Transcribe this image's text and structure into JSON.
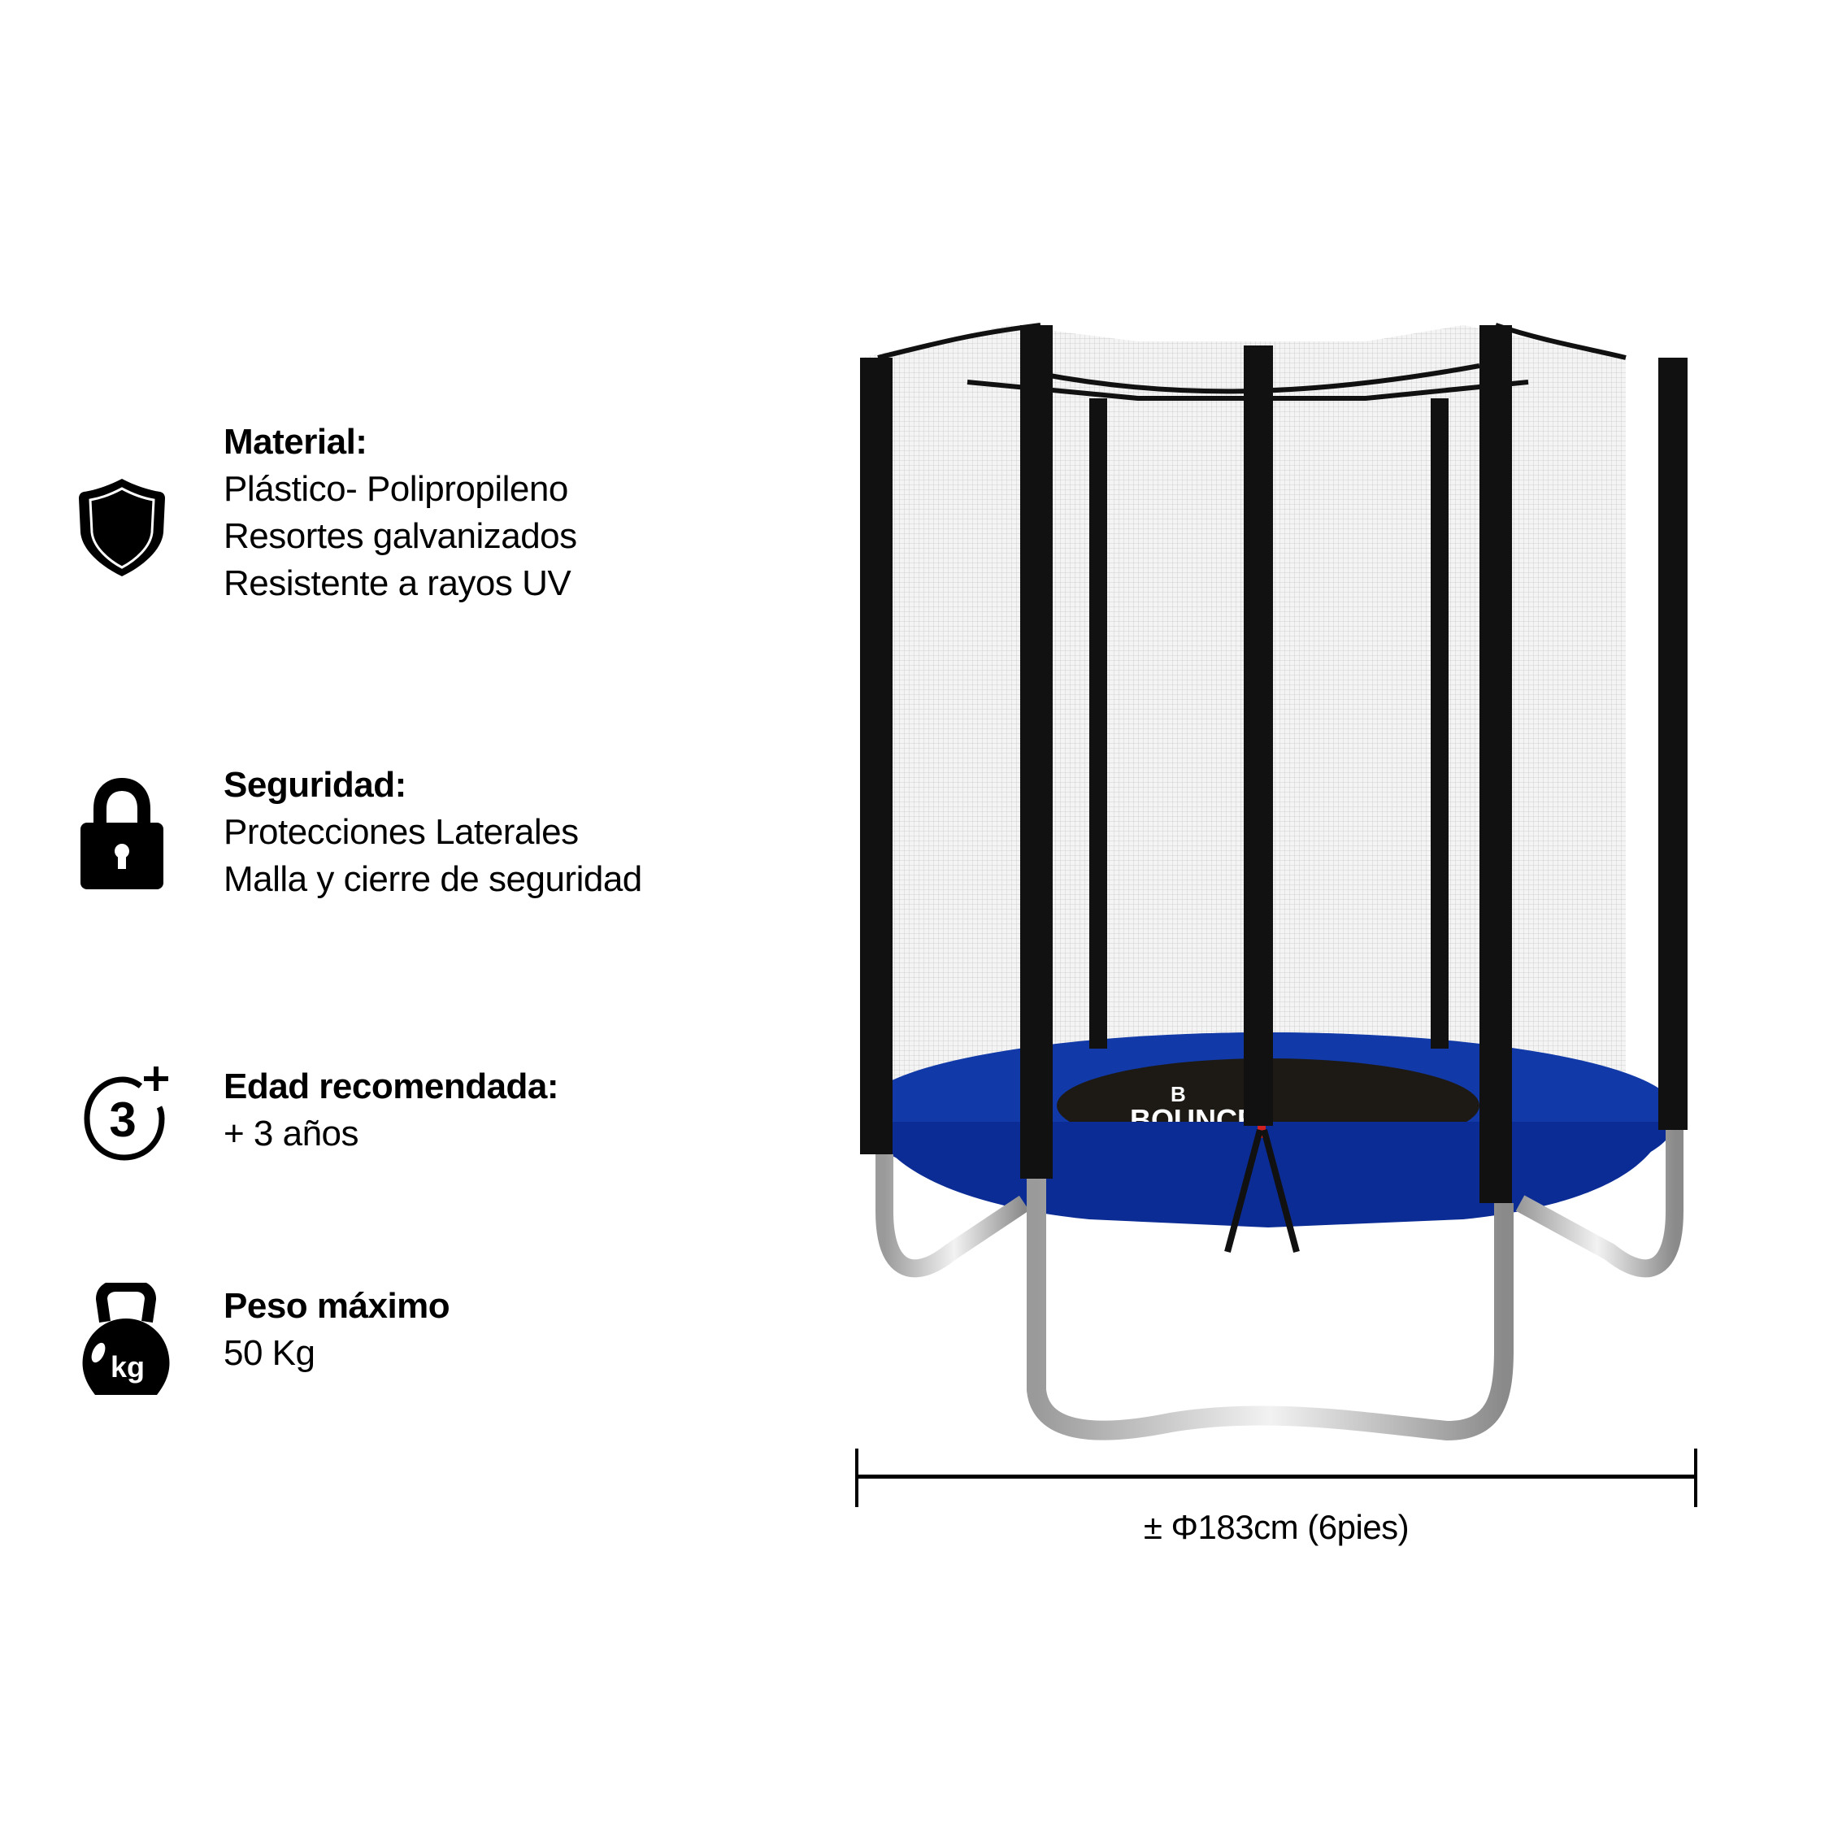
{
  "specs": {
    "material": {
      "icon": "shield-icon",
      "title": "Material:",
      "lines": [
        "Plástico- Polipropileno",
        "Resortes galvanizados",
        "Resistente a rayos UV"
      ]
    },
    "seguridad": {
      "icon": "padlock-icon",
      "title": "Seguridad:",
      "lines": [
        "Protecciones Laterales",
        "Malla y cierre de seguridad"
      ]
    },
    "edad": {
      "icon": "age-3-plus-icon",
      "icon_text": "3",
      "title": "Edad recomendada:",
      "lines": [
        "+ 3 años"
      ]
    },
    "peso": {
      "icon": "kettlebell-kg-icon",
      "icon_text": "kg",
      "title": "Peso máximo",
      "lines": [
        "50 Kg"
      ]
    }
  },
  "product": {
    "name": "Trampoline with safety net",
    "brand_logo_line1": "B",
    "brand_logo_line2": "BOUNCE",
    "colors": {
      "mat": "#0a2a8c",
      "net_frame": "#111111",
      "legs": "#c9c9c9",
      "zipper": "#2a6bff"
    }
  },
  "dimension": {
    "label": "± Φ183cm (6pies)"
  }
}
